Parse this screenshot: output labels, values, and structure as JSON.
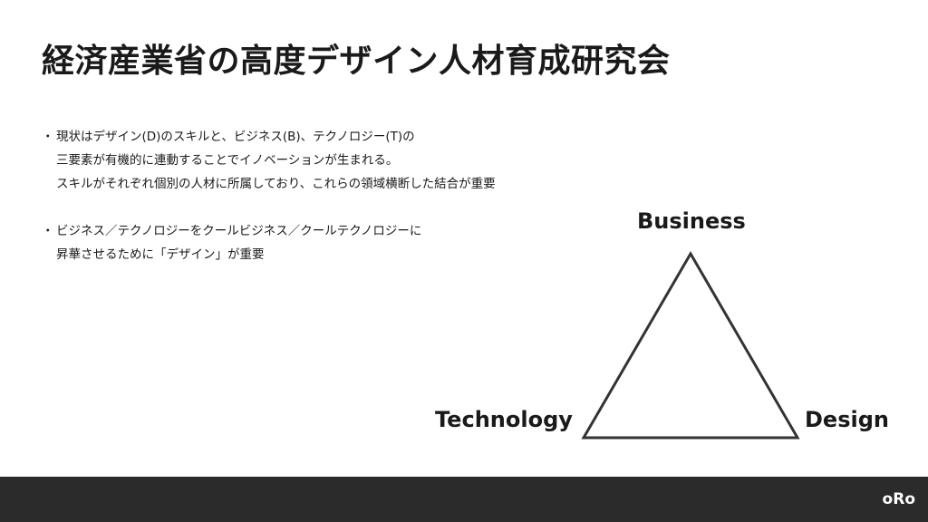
{
  "slide": {
    "title": "経済産業省の高度デザイン人材育成研究会",
    "bullets": [
      {
        "marker": "・",
        "lines": [
          "現状はデザイン(D)のスキルと、ビジネス(B)、テクノロジー(T)の",
          "三要素が有機的に連動することでイノベーションが生まれる。",
          "スキルがそれぞれ個別の人材に所属しており、これらの領域横断した結合が重要"
        ]
      },
      {
        "marker": "・",
        "lines": [
          "ビジネス／テクノロジーをクールビジネス／クールテクノロジーに",
          "昇華させるために「デザイン」が重要"
        ]
      }
    ],
    "diagram": {
      "top_label": "Business",
      "left_label": "Technology",
      "right_label": "Design"
    }
  },
  "footer": {
    "logo": "oRo",
    "background": "#2b2b2b"
  }
}
